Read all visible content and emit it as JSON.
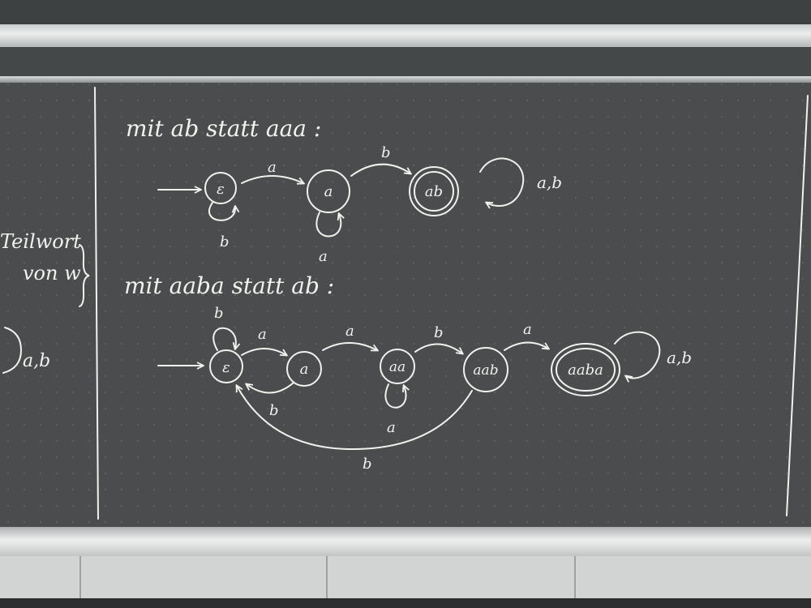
{
  "board": {
    "left_fragment": {
      "line1": "Teilwort",
      "line2": "von w",
      "loop_label": "a,b"
    },
    "section1": {
      "heading": "mit ab statt aaa :",
      "states": [
        "ε",
        "a",
        "ab"
      ],
      "edges": {
        "e_to_a": "a",
        "a_to_ab": "b",
        "loop_e": "b",
        "loop_a": "a",
        "loop_ab": "a,b"
      }
    },
    "section2": {
      "heading": "mit aaba statt ab :",
      "states": [
        "ε",
        "a",
        "aa",
        "aab",
        "aaba"
      ],
      "edges": {
        "loop_e": "b",
        "e_to_a": "a",
        "a_to_e": "b",
        "a_to_aa": "a",
        "loop_aa": "a",
        "aa_to_aab": "b",
        "aab_to_aaba": "a",
        "loop_aaba": "a,b",
        "aab_to_e": "b"
      }
    }
  },
  "colors": {
    "chalk": "#f1f1ee",
    "board": "#4a4c4d",
    "tray": "#dcdede"
  }
}
